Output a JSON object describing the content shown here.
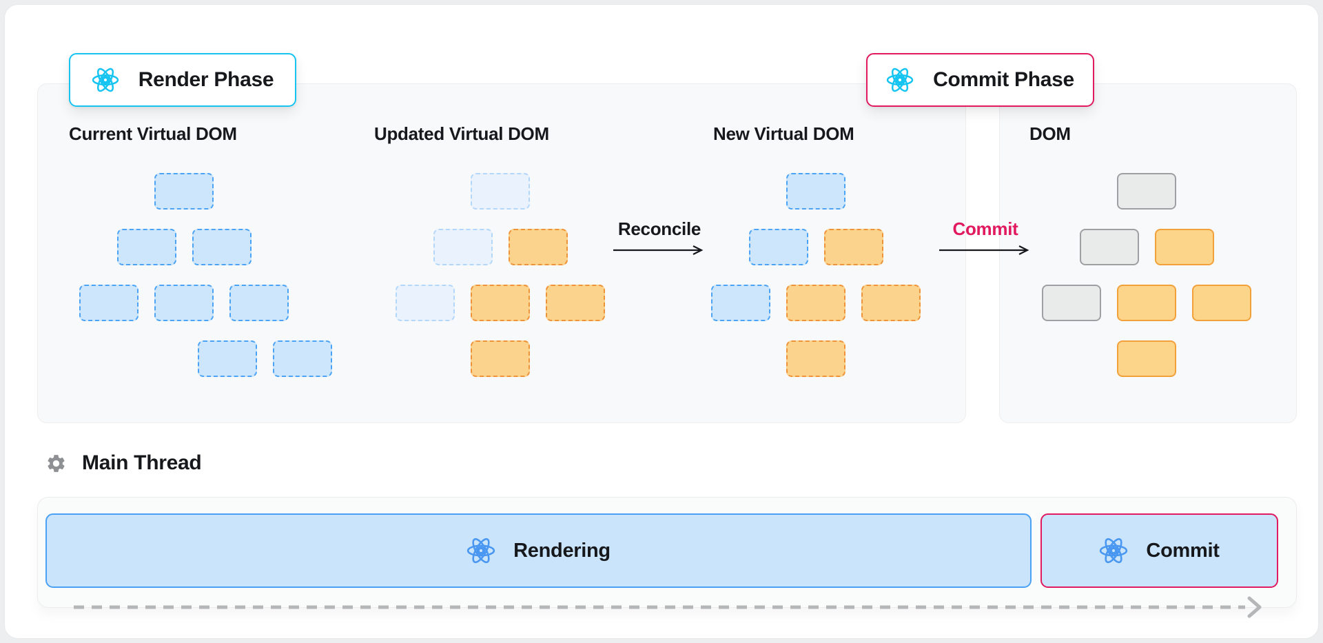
{
  "badges": {
    "render": {
      "label": "Render Phase",
      "accent": "#16c4f1"
    },
    "commit": {
      "label": "Commit Phase",
      "accent": "#e1195e"
    }
  },
  "trees": {
    "current": {
      "title": "Current Virtual DOM",
      "rows": [
        [
          "blue"
        ],
        [
          "blue",
          "blue"
        ],
        [
          "blue",
          "blue",
          "blue"
        ],
        [
          "blue",
          "blue"
        ]
      ],
      "row_offsets": [
        0,
        0,
        0,
        117
      ]
    },
    "updated": {
      "title": "Updated Virtual DOM",
      "rows": [
        [
          "faded"
        ],
        [
          "faded",
          "orange"
        ],
        [
          "faded",
          "orange",
          "orange"
        ],
        [
          "orange"
        ]
      ],
      "row_offsets": [
        0,
        0,
        0,
        0
      ]
    },
    "new": {
      "title": "New Virtual DOM",
      "rows": [
        [
          "blue"
        ],
        [
          "blue",
          "orange"
        ],
        [
          "blue",
          "orange",
          "orange"
        ],
        [
          "orange"
        ]
      ],
      "row_offsets": [
        0,
        0,
        0,
        0
      ]
    },
    "dom": {
      "title": "DOM",
      "rows": [
        [
          "gray"
        ],
        [
          "gray",
          "orange-solid"
        ],
        [
          "gray",
          "orange-solid",
          "orange-solid"
        ],
        [
          "orange-solid"
        ]
      ],
      "row_offsets": [
        0,
        0,
        0,
        0
      ]
    }
  },
  "arrows": {
    "reconcile": {
      "label": "Reconcile",
      "label_color": "#17181b"
    },
    "commit": {
      "label": "Commit",
      "label_color": "#e1195e"
    }
  },
  "main_thread": {
    "heading": "Main Thread",
    "bars": {
      "rendering": {
        "label": "Rendering",
        "border": "#4aa0f4",
        "fill": "#c9e4fb"
      },
      "commit": {
        "label": "Commit",
        "border": "#e1195e",
        "fill": "#c9e4fb"
      }
    }
  },
  "node_colors": {
    "blue_fill": "#cde6fb",
    "blue_border": "#4aa3f5",
    "faded_fill": "#eaf3fd",
    "faded_border": "#b3d7fa",
    "orange_fill": "#fbd38d",
    "orange_border": "#ef9338",
    "gray_fill": "#e9eaea",
    "gray_border": "#9da0a3",
    "orange_solid_fill": "#fcd58a",
    "orange_solid_border": "#f2a03a"
  }
}
